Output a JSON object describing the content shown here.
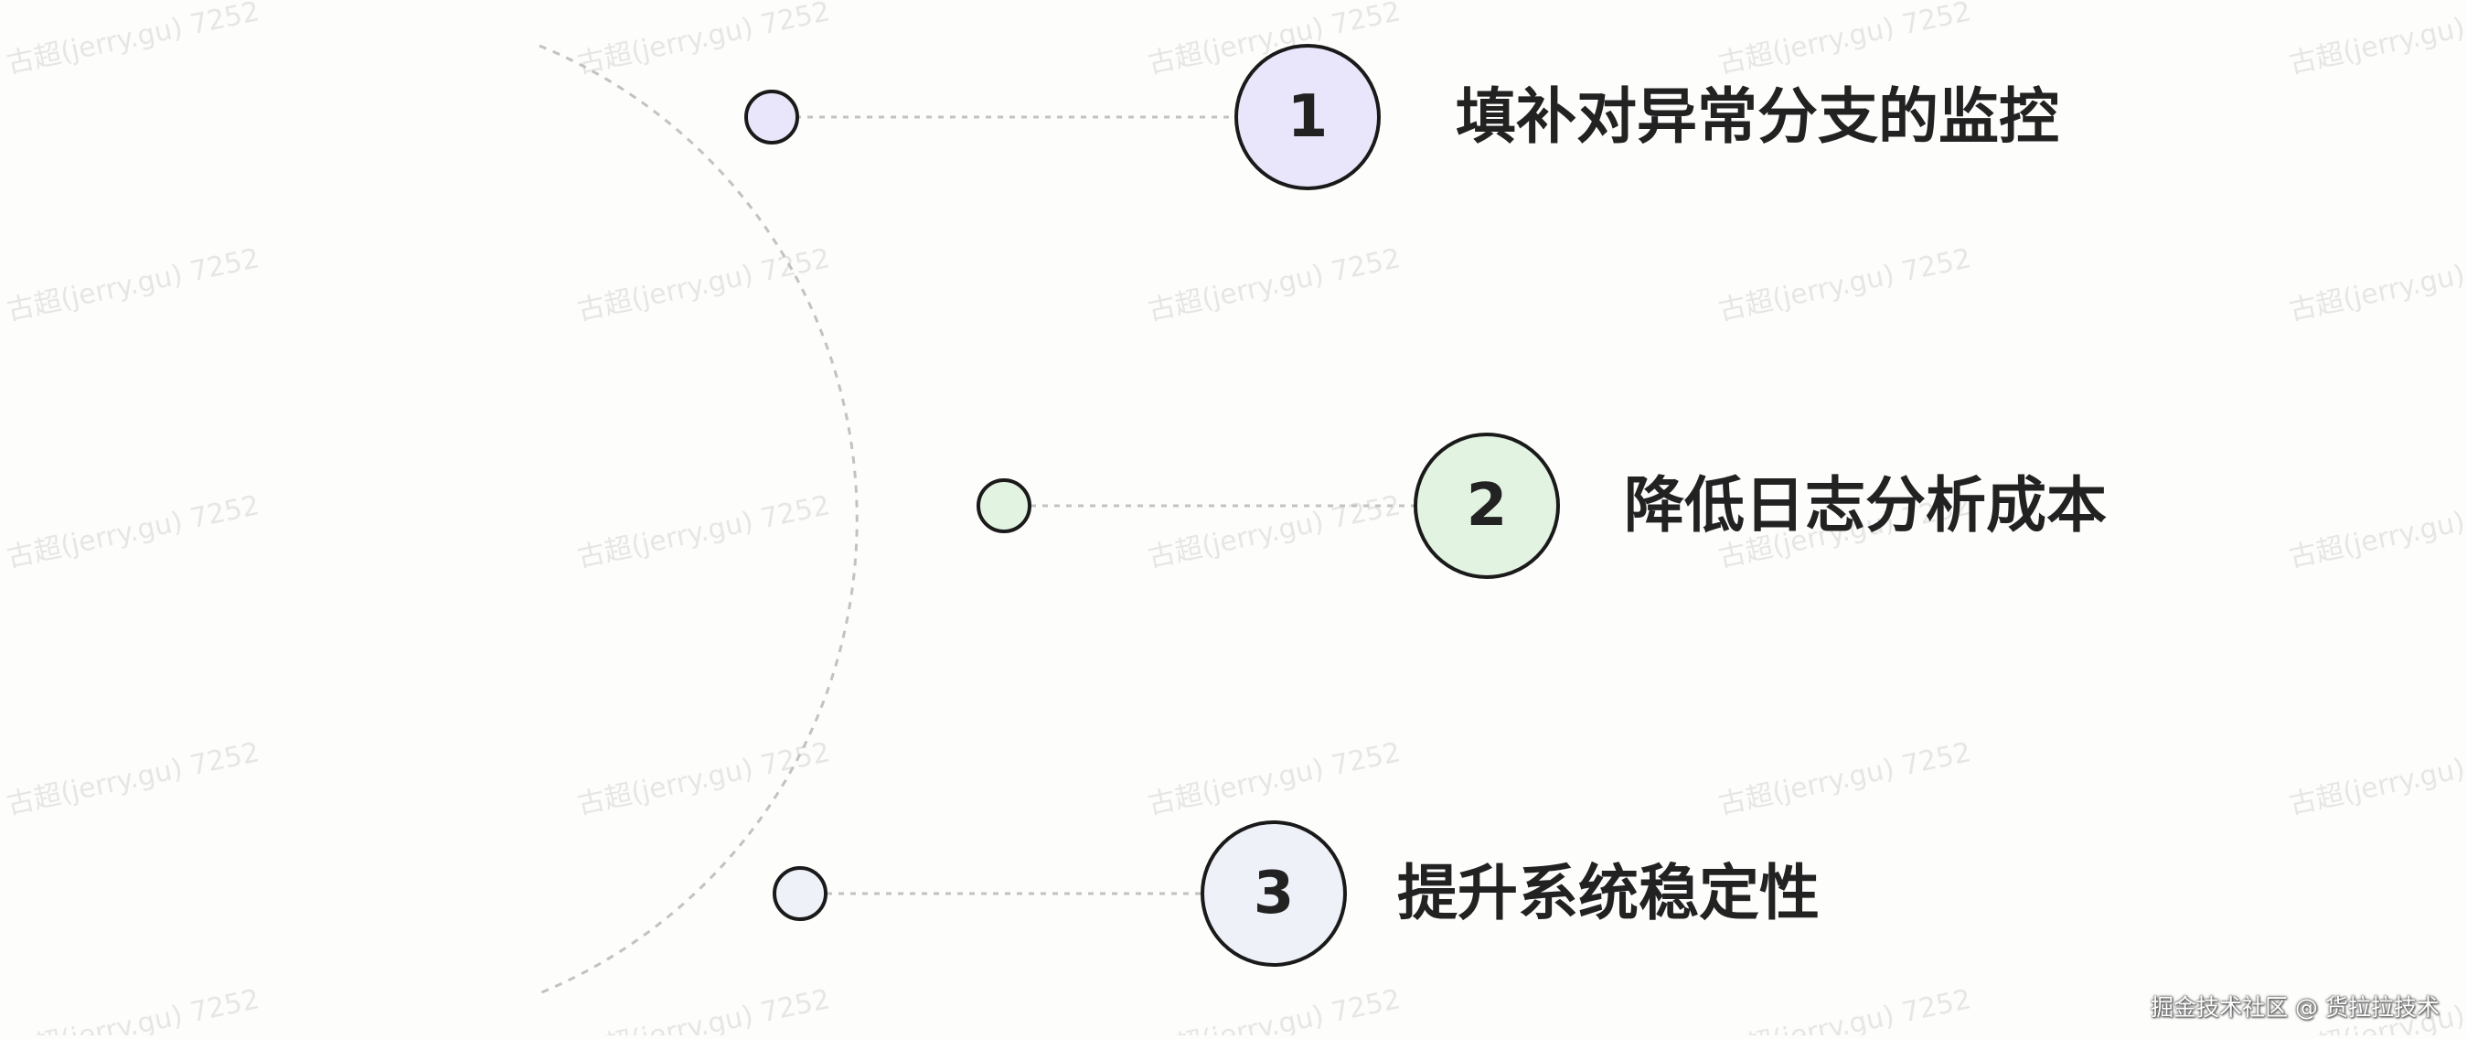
{
  "watermark": "古超(jerry.gu) 7252",
  "items": [
    {
      "number": "1",
      "label": "填补对异常分支的监控",
      "fill": "#e9e6fb"
    },
    {
      "number": "2",
      "label": "降低日志分析成本",
      "fill": "#e2f3e2"
    },
    {
      "number": "3",
      "label": "提升系统稳定性",
      "fill": "#eef1f7"
    }
  ],
  "footer": {
    "credit": "掘金技术社区 @ 货拉拉技术"
  },
  "colors": {
    "outline": "#1a1a1a",
    "dashed_line": "#c2c2c2",
    "text": "#222222",
    "background": "#fdfdfb"
  }
}
